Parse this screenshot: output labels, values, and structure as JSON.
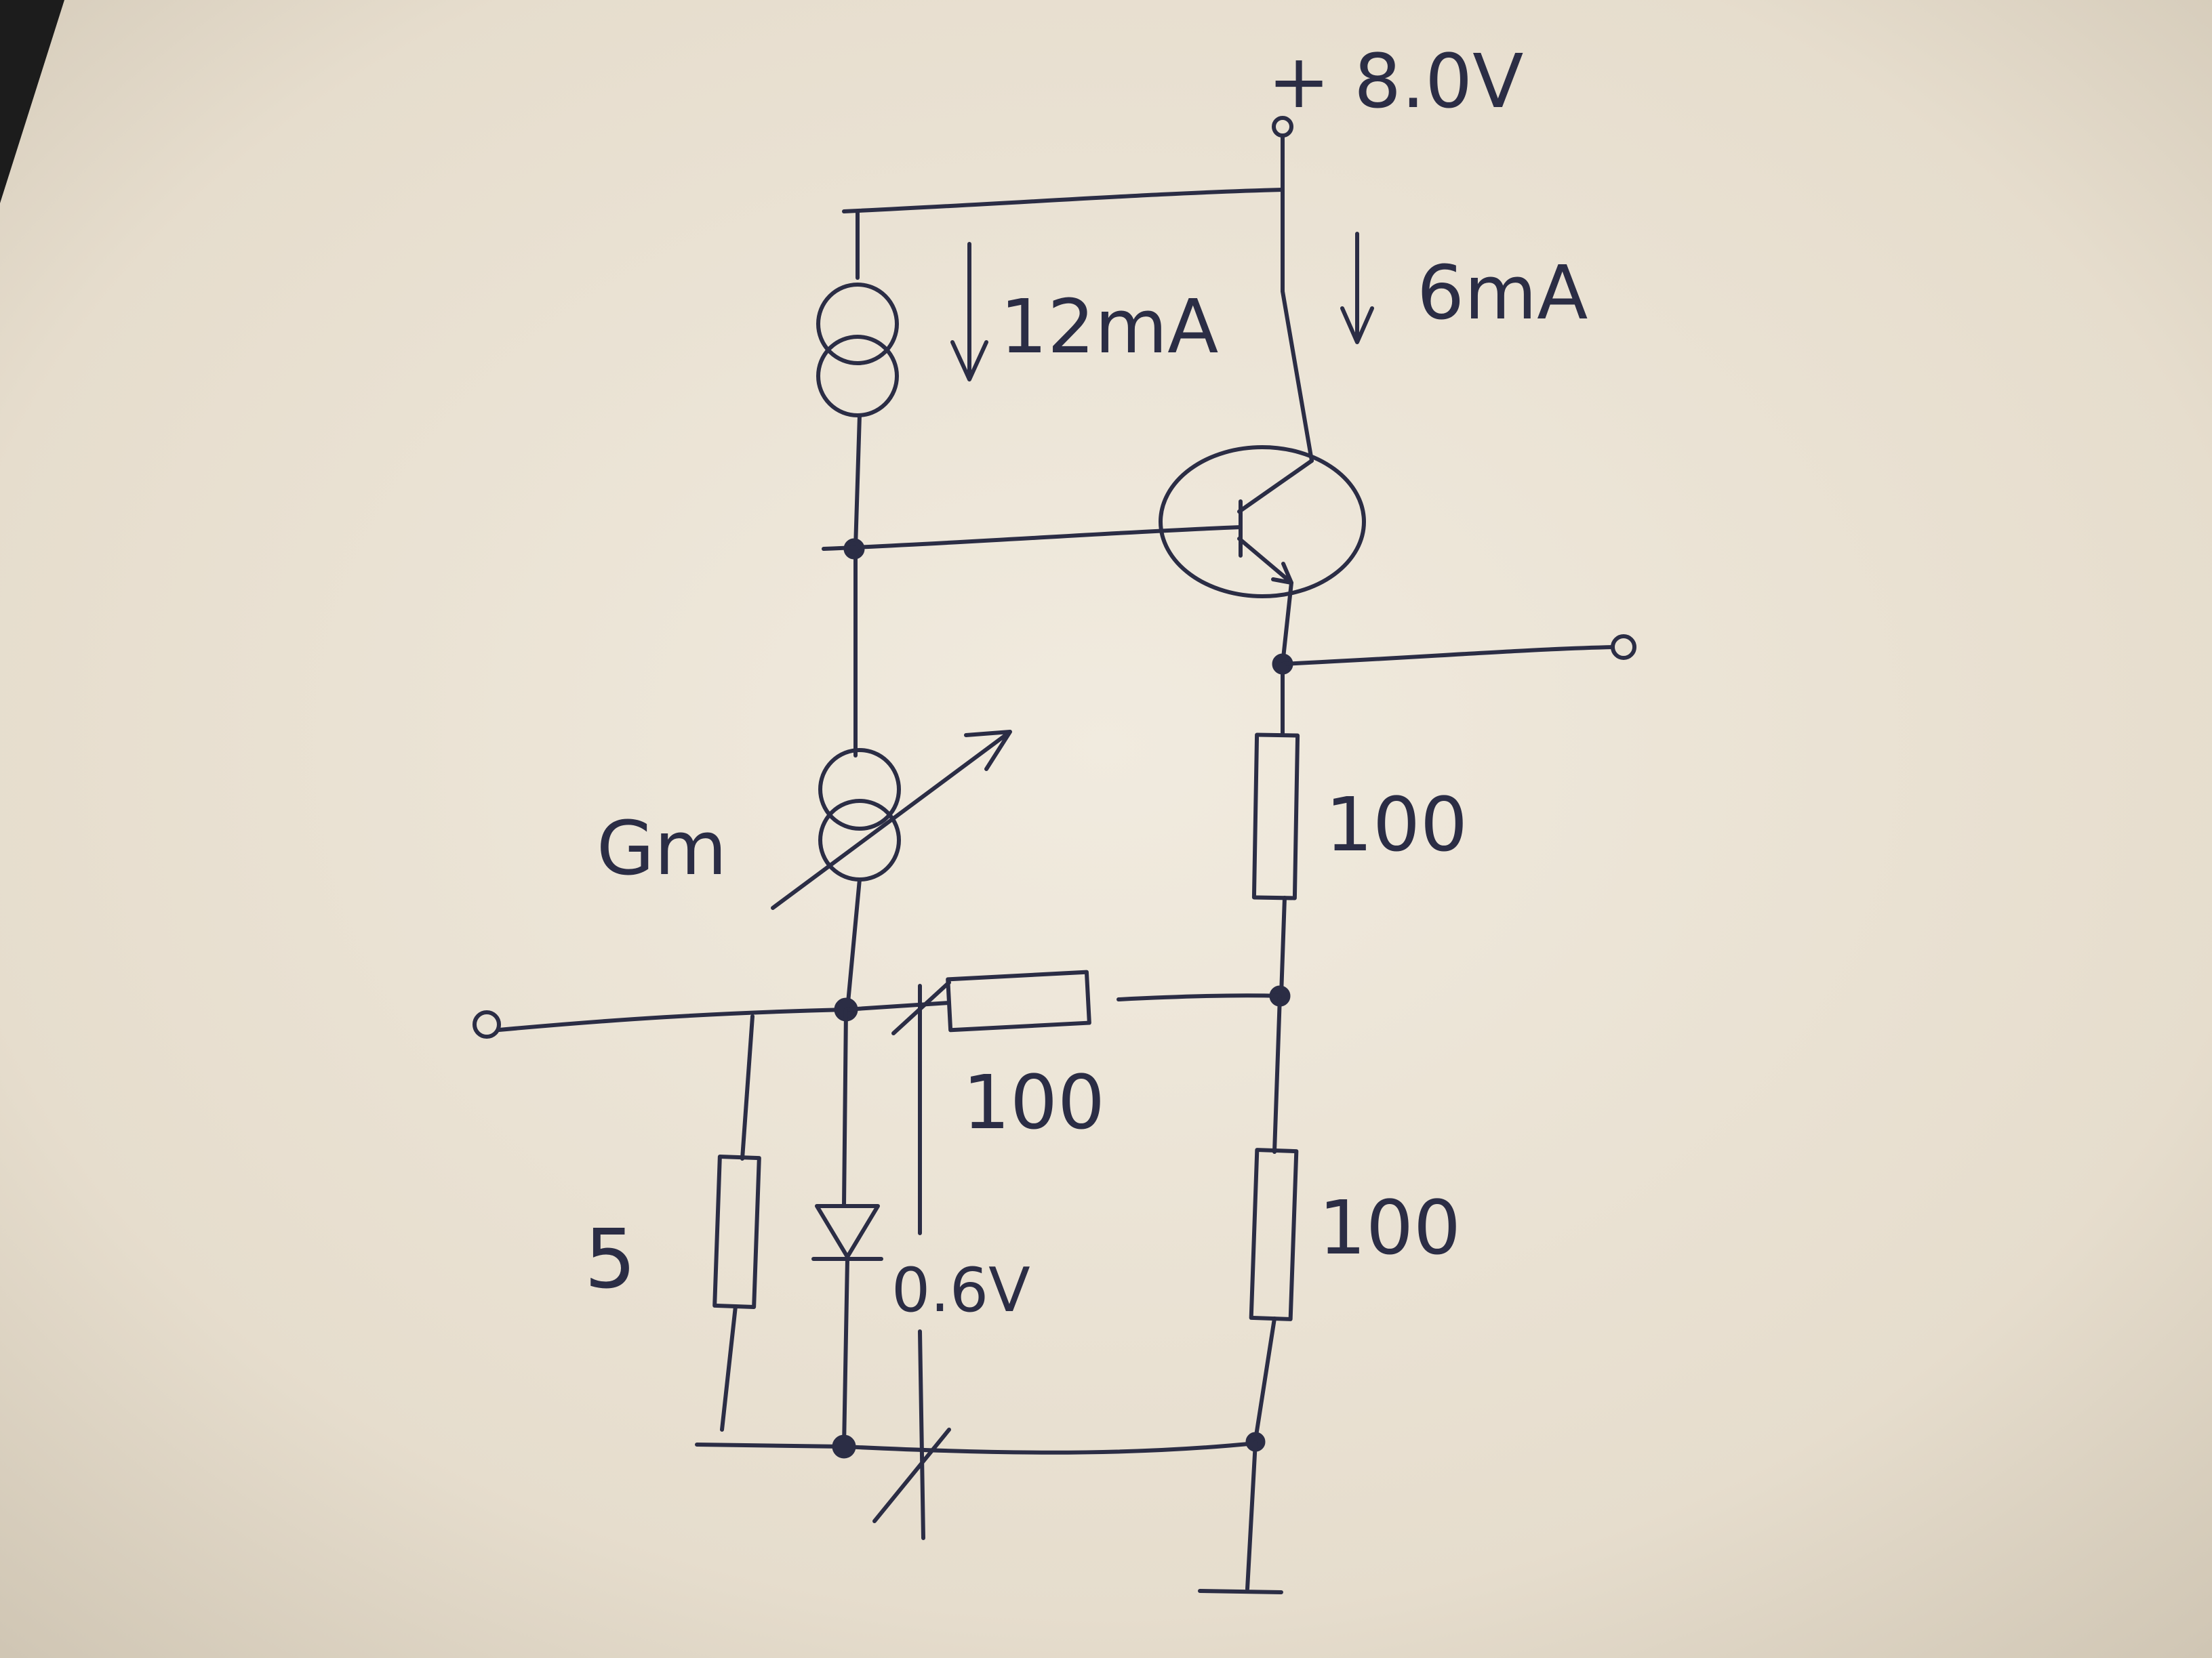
{
  "labels": {
    "supply": "+ 8.0V",
    "current_left": "12mA",
    "current_right": "6mA",
    "gm": "Gm",
    "r_emitter": "100",
    "r_feedback": "100",
    "r_ground": "100",
    "r_input": "5",
    "diode_voltage": "0.6V"
  }
}
